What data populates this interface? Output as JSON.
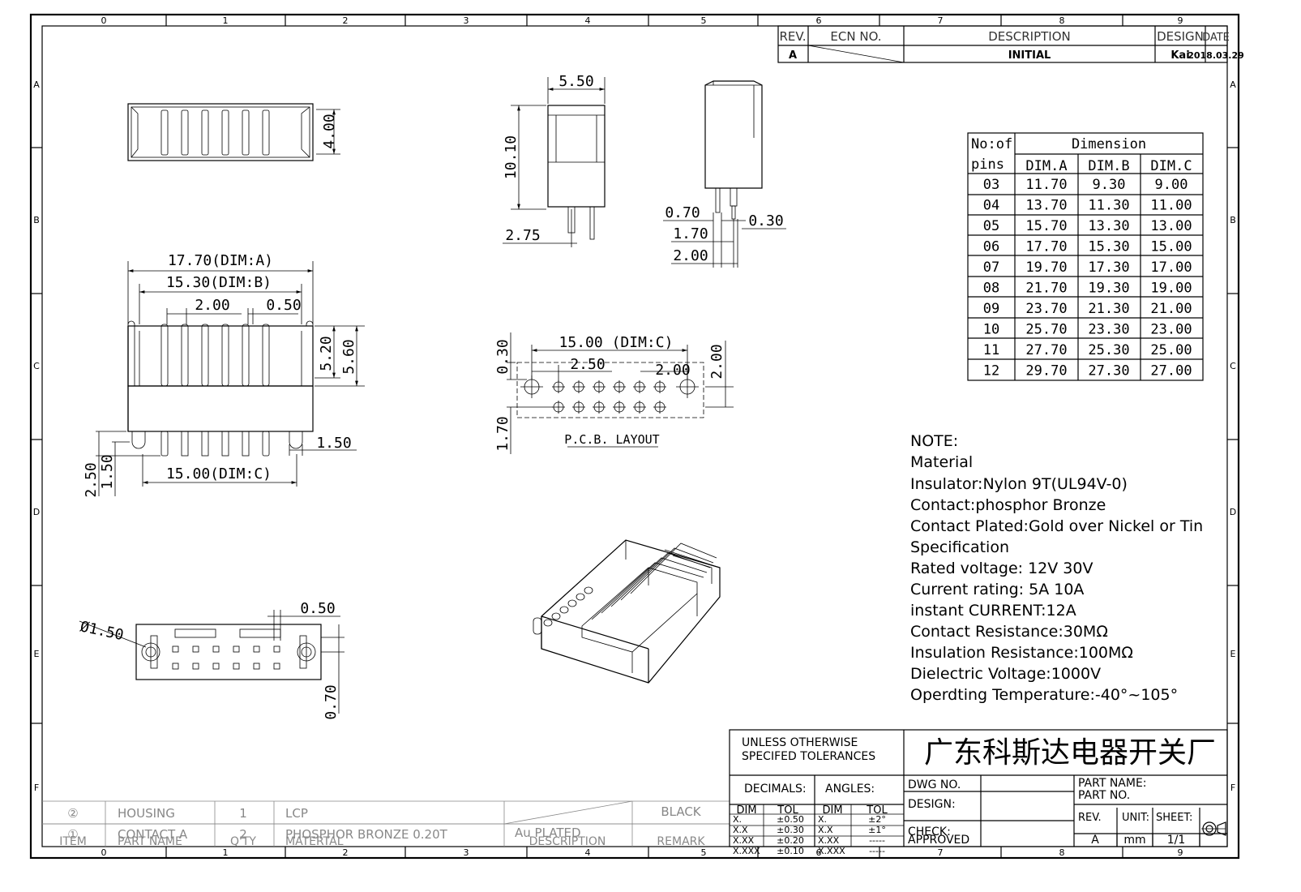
{
  "frame": {
    "col_labels": [
      "0",
      "1",
      "2",
      "3",
      "4",
      "5",
      "6",
      "7",
      "8",
      "9"
    ],
    "row_labels": [
      "A",
      "B",
      "C",
      "D",
      "E",
      "F"
    ]
  },
  "revision_block": {
    "headers": {
      "rev": "REV.",
      "ecn": "ECN NO.",
      "description": "DESCRIPTION",
      "design": "DESIGN",
      "date": "DATE"
    },
    "row": {
      "rev": "A",
      "description": "INITIAL",
      "design": "Kai",
      "date": "2018.03.29"
    }
  },
  "dimensions": {
    "top_height": "4.00",
    "front_width": "5.50",
    "front_height": "10.10",
    "front_pin": "2.75",
    "side_a": "0.70",
    "side_b": "1.70",
    "side_c": "2.00",
    "side_pin": "0.30",
    "dim_a": "17.70(DIM:A)",
    "dim_b": "15.30(DIM:B)",
    "pitch": "2.00",
    "wall": "0.50",
    "h1": "5.20",
    "h2": "5.60",
    "leg1": "2.50",
    "leg2": "1.50",
    "peg": "1.50",
    "dim_c": "15.00(DIM:C)",
    "bottom_hole": "Ø1.50",
    "bottom_wall": "0.50",
    "bottom_pitch": "0.70"
  },
  "pcb_layout": {
    "title": "P.C.B. LAYOUT",
    "dim_c": "15.00 (DIM:C)",
    "pitch_a": "2.50",
    "pitch_b": "2.00",
    "row_gap": "2.00",
    "top_offset": "0.30",
    "bottom_offset": "1.70"
  },
  "dim_table": {
    "header_pins": [
      "No:of",
      "pins"
    ],
    "header_dim": "Dimension",
    "columns": [
      "DIM.A",
      "DIM.B",
      "DIM.C"
    ],
    "rows": [
      [
        "03",
        "11.70",
        "9.30",
        "9.00"
      ],
      [
        "04",
        "13.70",
        "11.30",
        "11.00"
      ],
      [
        "05",
        "15.70",
        "13.30",
        "13.00"
      ],
      [
        "06",
        "17.70",
        "15.30",
        "15.00"
      ],
      [
        "07",
        "19.70",
        "17.30",
        "17.00"
      ],
      [
        "08",
        "21.70",
        "19.30",
        "19.00"
      ],
      [
        "09",
        "23.70",
        "21.30",
        "21.00"
      ],
      [
        "10",
        "25.70",
        "23.30",
        "23.00"
      ],
      [
        "11",
        "27.70",
        "25.30",
        "25.00"
      ],
      [
        "12",
        "29.70",
        "27.30",
        "27.00"
      ]
    ]
  },
  "notes": [
    "NOTE:",
    "Material",
    "Insulator:Nylon 9T(UL94V-0)",
    "Contact:phosphor Bronze",
    "Contact Plated:Gold over Nickel or Tin",
    "Specification",
    "Rated voltage: 12V 30V",
    "Current rating: 5A 10A",
    "instant CURRENT:12A",
    "Contact Resistance:30MΩ",
    "Insulation Resistance:100MΩ",
    "Dielectric Voltage:1000V",
    "Operdting Temperature:-40°~105°"
  ],
  "title_block": {
    "tolerance_note": [
      "UNLESS OTHERWISE",
      "SPECIFED TOLERANCES"
    ],
    "company": "广东科斯达电器开关厂",
    "decimals": "DECIMALS:",
    "angles": "ANGLES:",
    "dim": "DIM",
    "tol": "TOL",
    "dec_rows": [
      [
        "X.",
        "±0.50"
      ],
      [
        "X.X",
        "±0.30"
      ],
      [
        "X.XX",
        "±0.20"
      ],
      [
        "X.XXX",
        "±0.10"
      ]
    ],
    "ang_rows": [
      [
        "X.",
        "±2°"
      ],
      [
        "X.X",
        "±1°"
      ],
      [
        "X.XX",
        "-----"
      ],
      [
        "X.XXX",
        "-----"
      ]
    ],
    "dwg_no": "DWG NO.",
    "design": "DESIGN:",
    "check": "CHECK:",
    "approved": "APPROVED",
    "part_name": "PART NAME:",
    "part_no": "PART NO.",
    "rev_label": "REV.",
    "rev_value": "A",
    "unit_label": "UNIT:",
    "unit_value": "mm",
    "sheet_label": "SHEET:",
    "sheet_value": "1/1"
  },
  "bom": {
    "rows": [
      {
        "item": "②",
        "part_name": "HOUSING",
        "qty": "1",
        "material": "LCP",
        "description": "",
        "remark": "BLACK"
      },
      {
        "item": "①",
        "part_name": "CONTACT A",
        "qty": "2",
        "material": "PHOSPHOR BRONZE 0.20T",
        "description": "Au PLATED",
        "remark": ""
      }
    ],
    "header": {
      "item": "ITEM",
      "part_name": "PART NAME",
      "qty": "Q'TY",
      "material": "MATERTAL",
      "description": "DESCRIPTION",
      "remark": "REMARK"
    }
  }
}
